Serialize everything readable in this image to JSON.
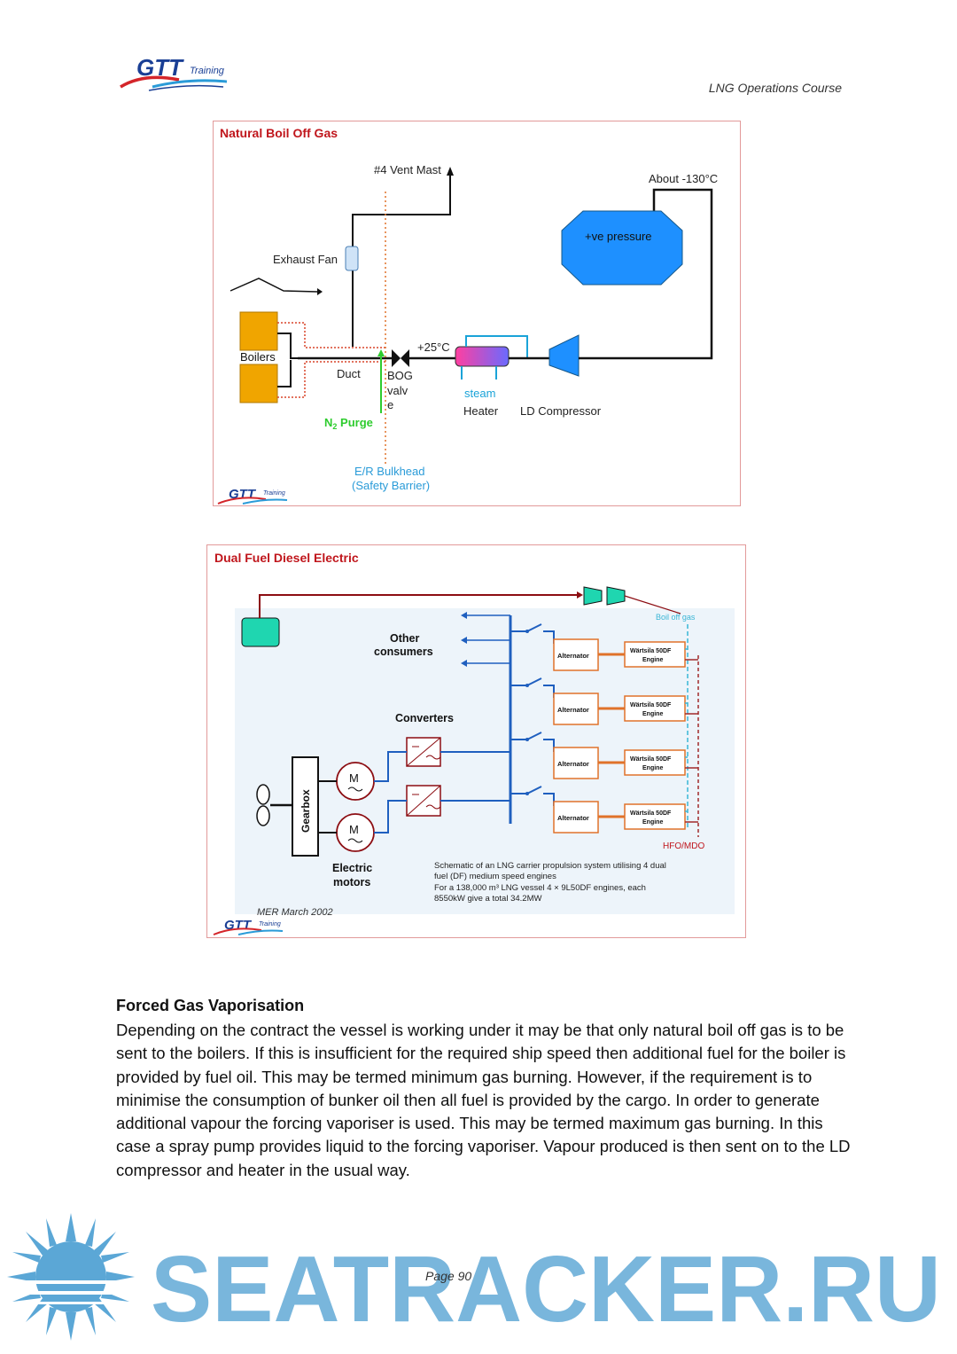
{
  "header": {
    "logo_main": "GTT",
    "logo_sub": "Training",
    "course_title": "LNG Operations Course"
  },
  "diagram1": {
    "title": "Natural Boil Off Gas",
    "vent_mast": "#4 Vent Mast",
    "about_temp": "About -130°C",
    "ve_pressure": "+ve pressure",
    "exhaust_fan": "Exhaust Fan",
    "boilers": "Boilers",
    "duct": "Duct",
    "bog_valve_l1": "BOG",
    "bog_valve_l2": "valv",
    "bog_valve_l3": "e",
    "temp_25": "+25°C",
    "steam": "steam",
    "heater": "Heater",
    "ld_compressor": "LD Compressor",
    "n2_purge": "N",
    "n2_sub": "2",
    "n2_purge_rest": " Purge",
    "bulkhead_l1": "E/R Bulkhead",
    "bulkhead_l2": "(Safety Barrier)",
    "logo": "GTT",
    "logo_sub": "Training",
    "colors": {
      "title": "#c0161c",
      "tank": "#1e90ff",
      "boiler": "#f0a500",
      "bulkhead": "#e0722a",
      "n2": "#2ecc2e",
      "steam": "#1aa3d8"
    }
  },
  "diagram2": {
    "title": "Dual Fuel Diesel Electric",
    "boil_off_gas": "Boil off gas",
    "other_consumers_l1": "Other",
    "other_consumers_l2": "consumers",
    "converters": "Converters",
    "gearbox": "Gearbox",
    "motor_label": "M",
    "electric_motors_l1": "Electric",
    "electric_motors_l2": "motors",
    "alternator": "Alternator",
    "engine_l1": "Wärtsila 50DF",
    "engine_l2": "Engine",
    "hfo_mdo": "HFO/MDO",
    "caption_l1": "Schematic of an LNG carrier propulsion system utilising 4 dual",
    "caption_l2": "fuel (DF) medium speed engines",
    "caption_l3": "For a 138,000 m³ LNG vessel 4 × 9L50DF engines, each",
    "caption_l4": "8550kW give a total 34.2MW",
    "source": "MER March 2002",
    "logo": "GTT",
    "logo_sub": "Training"
  },
  "section": {
    "heading": "Forced Gas Vaporisation",
    "body": "Depending on the contract the vessel is working under it may be that only natural boil off gas is to be sent to the boilers.  If this is insufficient for the required ship speed then additional fuel for the boiler is provided by fuel oil.  This may be termed minimum gas burning.  However, if the requirement is to minimise the consumption of bunker oil then all fuel is provided by the cargo.  In order to generate additional vapour the forcing vaporiser is used.  This may be termed maximum gas burning.  In this case a spray pump provides liquid to the forcing vaporiser.  Vapour produced is then sent on to the LD compressor and heater in the usual way."
  },
  "footer": {
    "page_number": "Page 90",
    "watermark": "SEATRACKER.RU"
  }
}
